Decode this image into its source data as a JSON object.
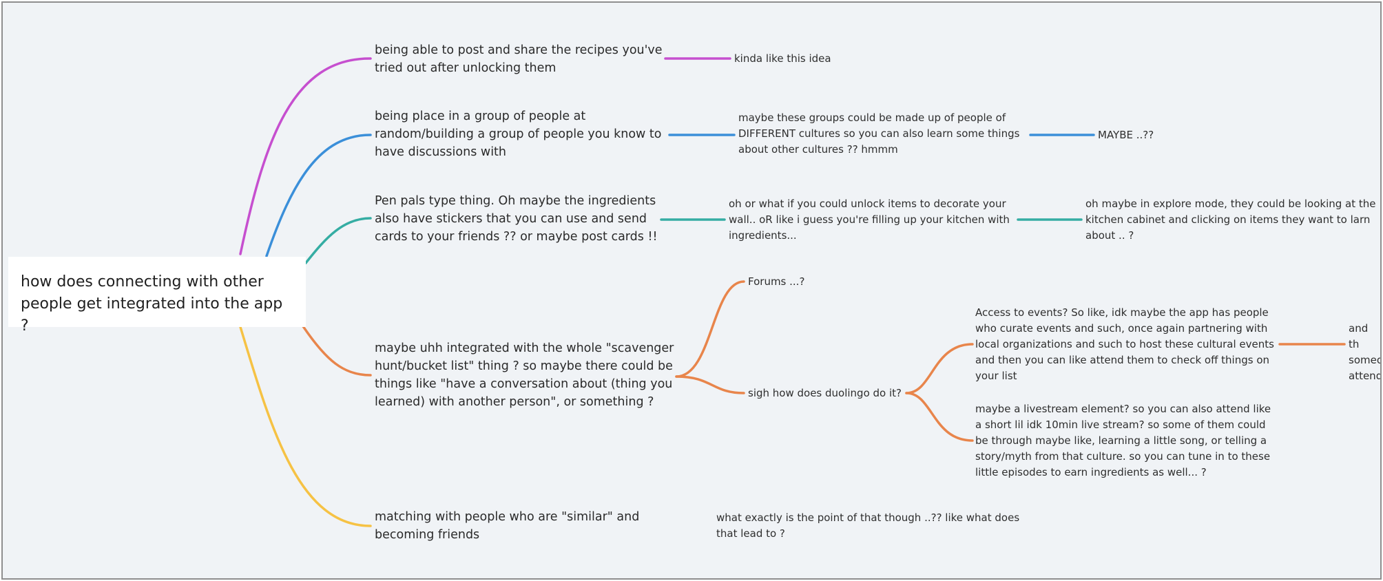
{
  "central": "how does connecting with other\npeople get integrated into the app ?",
  "colors": {
    "pink": "#c64fcf",
    "blue": "#3b8fd9",
    "teal": "#35ada3",
    "orange": "#e8854b",
    "yellow": "#f6c244",
    "canvas": "#f0f3f6",
    "frame": "#8e8e8e"
  },
  "branches": {
    "recipes": {
      "text": "being able to post and share the recipes you've\ntried out after unlocking them",
      "reply": "kinda like this idea"
    },
    "groups": {
      "text": "being place in a group of people at\nrandom/building a group of people you know to\nhave discussions with",
      "reply": "maybe these groups could be made up of people of\nDIFFERENT cultures so you can also learn some things\nabout other cultures ?? hmmm",
      "reply2": "MAYBE ..??"
    },
    "penpals": {
      "text": "Pen pals type thing. Oh maybe the ingredients\nalso have stickers that you can use and send\ncards to your friends ?? or maybe post cards !!",
      "reply": "oh or what if you could unlock items to decorate your\nwall.. oR like i guess you're filling up your kitchen with\ningredients...",
      "reply2": "oh maybe in explore mode, they could be looking at the\nkitchen cabinet and clicking on items they want to larn\nabout .. ?"
    },
    "scavenger": {
      "text": "maybe uhh integrated with the whole \"scavenger\nhunt/bucket list\" thing ? so maybe there could be\nthings like \"have a conversation about (thing you\nlearned) with another person\", or something ?",
      "forums": "Forums ...?",
      "duolingo": "sigh how does duolingo do it?",
      "events": "Access to events? So like, idk maybe the app has people\nwho curate events and such, once again partnering with\nlocal organizations and such to host these cultural events\nand then you can like attend them to check off things on\nyour list",
      "events_cut": "and th\nsomeo\nattend",
      "livestream": "maybe a livestream element? so you can also attend like\na short lil idk 10min live stream? so some of them could\nbe through maybe like, learning a little song, or telling a\nstory/myth from that culture. so you can tune in to these\nlittle episodes to earn ingredients as well... ?"
    },
    "matching": {
      "text": "matching with people who are \"similar\" and\nbecoming friends",
      "reply": "what exactly is the point of that though ..?? like what does\nthat lead to ?"
    }
  }
}
